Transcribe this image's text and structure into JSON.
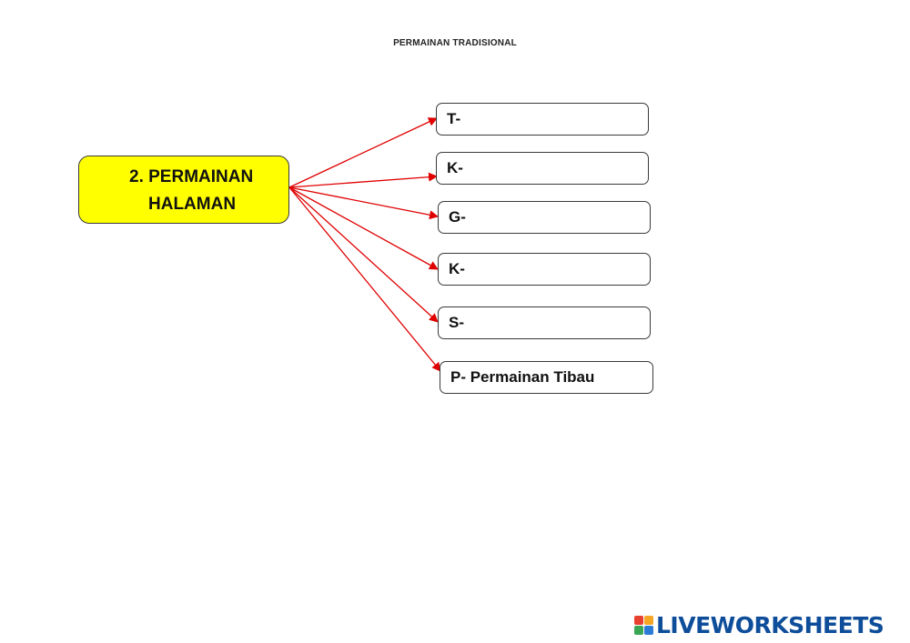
{
  "title": "PERMAINAN TRADISIONAL",
  "center": {
    "line1": "2. PERMAINAN",
    "line2": "HALAMAN"
  },
  "answers": [
    {
      "text": "T-"
    },
    {
      "text": "K-"
    },
    {
      "text": "G-"
    },
    {
      "text": "K-"
    },
    {
      "text": "S-"
    },
    {
      "text": "P- Permainan Tibau"
    }
  ],
  "brand": {
    "text": "LIVEWORKSHEETS",
    "icon_colors": [
      "#e8402f",
      "#f5a623",
      "#3aa655",
      "#2b7bd6"
    ]
  },
  "colors": {
    "center_fill": "#ffff00",
    "arrow": "#e00000"
  }
}
